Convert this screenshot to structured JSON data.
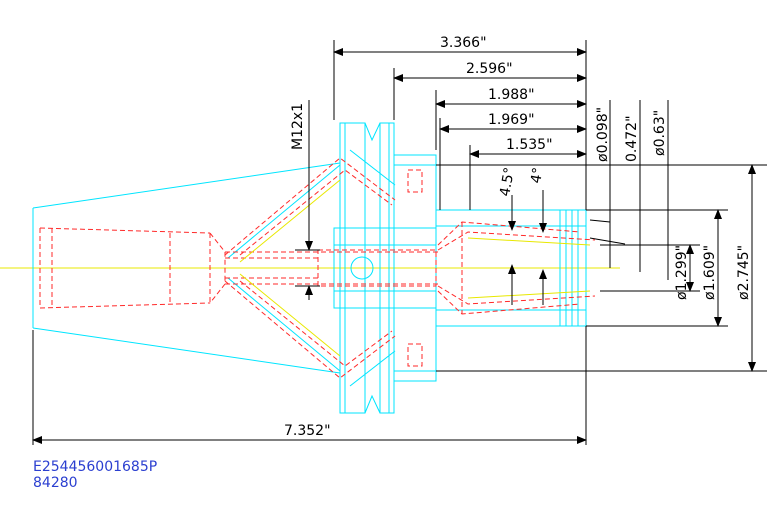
{
  "dimensions": {
    "len_3_366": "3.366\"",
    "len_2_596": "2.596\"",
    "len_1_988": "1.988\"",
    "len_1_969": "1.969\"",
    "len_1_535": "1.535\"",
    "len_7_352": "7.352\"",
    "thread": "M12x1",
    "angle_4_5": "4.5°",
    "angle_4": "4°",
    "dia_0_098": "ø0.098\"",
    "len_0_472": "0.472\"",
    "dia_0_63": "ø0.63\"",
    "dia_1_299": "ø1.299\"",
    "dia_1_609": "ø1.609\"",
    "dia_2_745": "ø2.745\""
  },
  "labels": {
    "part_code": "E254456001685P",
    "part_number": "84280"
  },
  "colors": {
    "outline": "#00e5ff",
    "hidden": "#ff2a2a",
    "center": "#e8e800",
    "dimension": "#000000",
    "code_text": "#2b3fd0"
  }
}
